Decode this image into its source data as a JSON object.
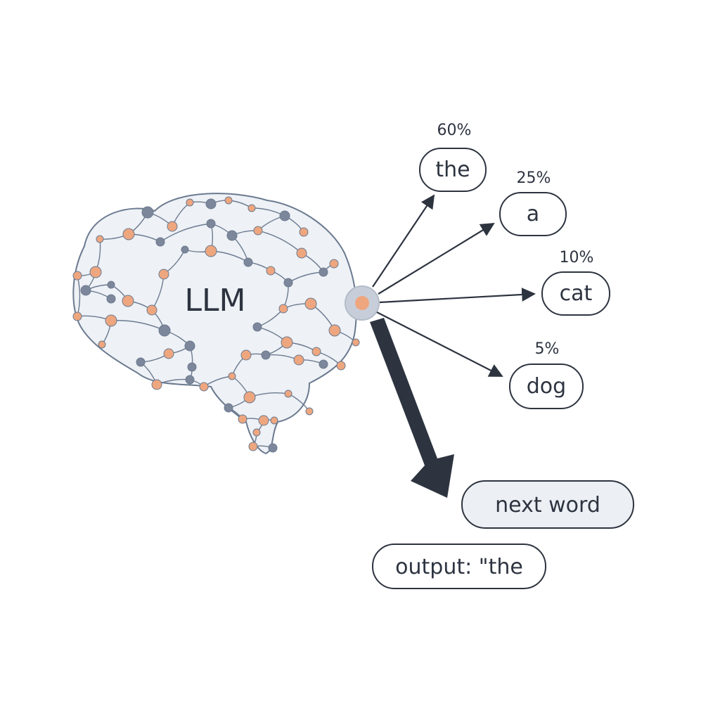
{
  "brain": {
    "label": "LLM"
  },
  "candidates": [
    {
      "word": "the",
      "percent": "60%"
    },
    {
      "word": "a",
      "percent": "25%"
    },
    {
      "word": "cat",
      "percent": "10%"
    },
    {
      "word": "dog",
      "percent": "5%"
    }
  ],
  "next_word_label": "next word",
  "output_label": "output: \"the",
  "colors": {
    "ink": "#2d3440",
    "brain_fill": "#eef1f5",
    "brain_stroke": "#6b7a90",
    "node_orange": "#eea67f",
    "node_slate": "#7d879b",
    "hub_fill": "#c7ced9",
    "pill_fill": "#eceff3"
  }
}
